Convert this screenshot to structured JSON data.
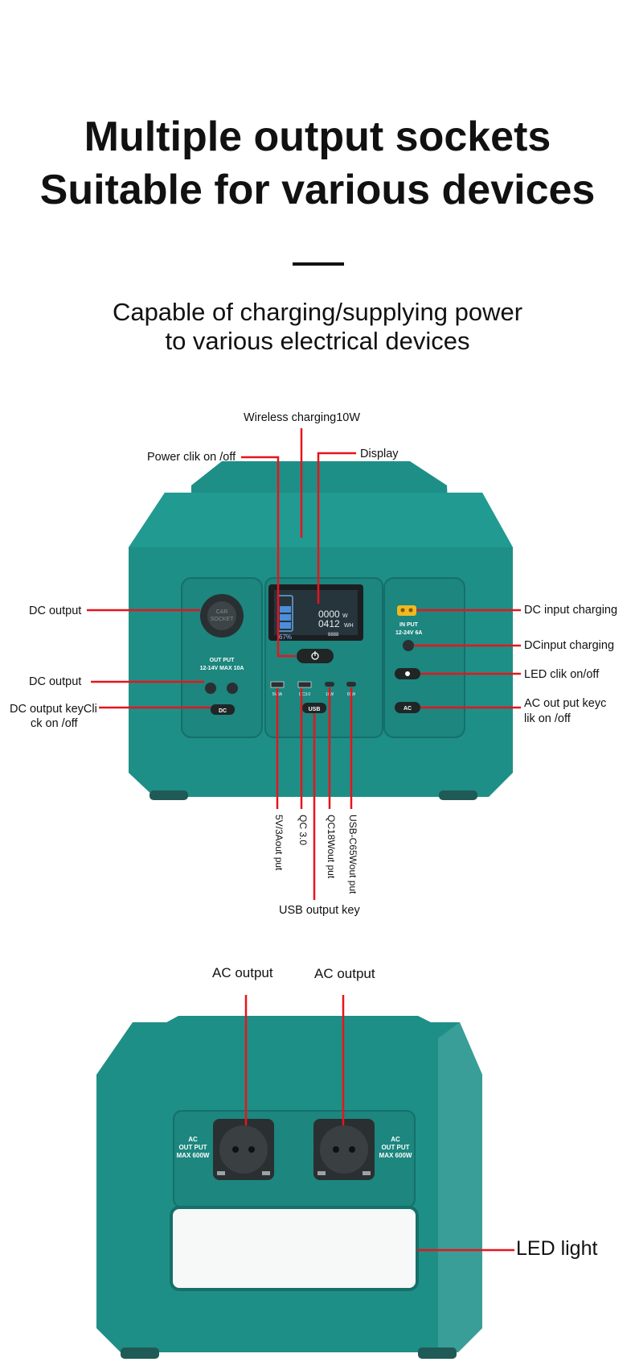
{
  "header": {
    "title_line1": "Multiple output sockets",
    "title_line2": "Suitable for various devices",
    "subtitle_line1": "Capable of charging/supplying power",
    "subtitle_line2": "to various electrical devices"
  },
  "front_labels": {
    "wireless": "Wireless charging10W",
    "power": "Power clik on /off",
    "display": "Display",
    "dc_output_1": "DC output",
    "dc_output_2": "DC output",
    "dc_key_line1": "DC output keyCli",
    "dc_key_line2": "ck on /off",
    "dc_input_1": "DC input charging",
    "dc_input_2": "DCinput charging",
    "led_click": "LED clik on/off",
    "ac_key_line1": "AC out put keyc",
    "ac_key_line2": "lik on /off",
    "usb_5v": "5V/3Aout put",
    "qc30": "QC 3.0",
    "qc18": "QC18Wout put",
    "usbc65": "USB-C65Wout put",
    "usb_key": "USB output key"
  },
  "device_print": {
    "car_socket_1": "CAR",
    "car_socket_2": "SOCKET",
    "out_put": "OUT PUT",
    "out_spec": "12-14V  MAX 10A",
    "in_put": "IN PUT",
    "in_spec": "12-24V  6A",
    "dc_btn": "DC",
    "usb_btn": "USB",
    "ac_btn": "AC",
    "lcd_watts": "0000",
    "lcd_w_unit": "W",
    "lcd_wh": "0412",
    "lcd_wh_unit": "WH",
    "lcd_percent": "67%",
    "lcd_small": "8888",
    "port_1": "5V3A",
    "port_2": "QC3.0",
    "port_3": "18W",
    "port_4": "65W",
    "ac_label_1": "AC",
    "ac_label_2": "OUT PUT",
    "ac_label_3": "MAX 600W"
  },
  "back_labels": {
    "ac_output_1": "AC output",
    "ac_output_2": "AC output",
    "led_light": "LED light"
  },
  "colors": {
    "body": "#1e8f87",
    "body_dark": "#177a73",
    "callout": "#e8141c"
  }
}
